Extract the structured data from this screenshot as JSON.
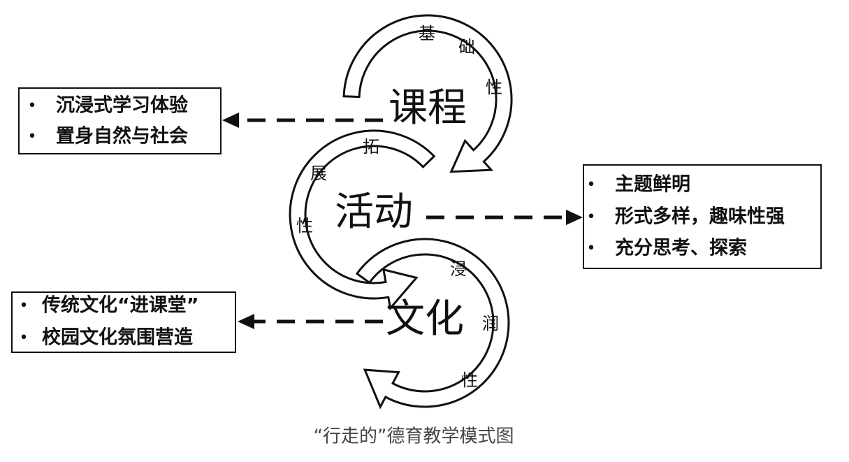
{
  "nodes": {
    "course": "课程",
    "activity": "活动",
    "culture": "文化"
  },
  "arc_labels": {
    "course": [
      "基",
      "础",
      "性"
    ],
    "activity": [
      "拓",
      "展",
      "性"
    ],
    "culture": [
      "浸",
      "润",
      "性"
    ]
  },
  "boxes": {
    "course": {
      "bullet": "•",
      "items": [
        "沉浸式学习体验",
        "置身自然与社会"
      ]
    },
    "activity": {
      "bullet": "•",
      "items": [
        "主题鲜明",
        "形式多样，趣味性强",
        "充分思考、探索"
      ]
    },
    "culture": {
      "bullet": "•",
      "items": [
        "传统文化“进课堂”",
        "校园文化氛围营造"
      ]
    }
  },
  "caption": "“行走的”德育教学模式图",
  "colors": {
    "stroke": "#111111",
    "caption": "#444444",
    "background": "#ffffff"
  }
}
